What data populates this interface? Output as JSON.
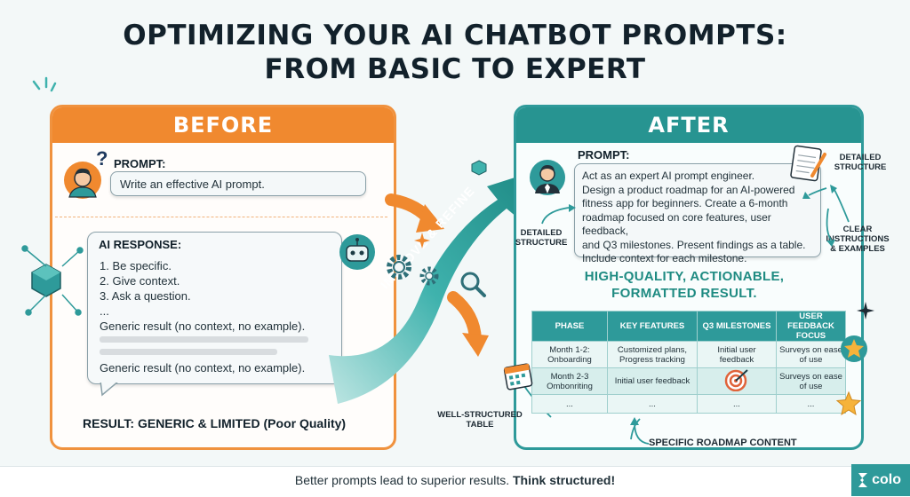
{
  "title": {
    "line1": "OPTIMIZING YOUR AI CHATBOT PROMPTS:",
    "line2": "FROM BASIC TO EXPERT"
  },
  "before": {
    "header": "BEFORE",
    "prompt_label": "PROMPT:",
    "prompt_text": "Write an effective AI prompt.",
    "response_label": "AI RESPONSE:",
    "response_lines": [
      "1. Be specific.",
      "2. Give context.",
      "3. Ask a question.",
      "...",
      "Generic result (no context, no example).",
      "Generic result (no context, no example)."
    ],
    "result": "RESULT: GENERIC & LIMITED (Poor Quality)"
  },
  "middle": {
    "arrow_label": "IMPROVE & REFINE"
  },
  "after": {
    "header": "AFTER",
    "prompt_label": "PROMPT:",
    "prompt_lines": [
      "Act as an expert AI prompt engineer.",
      "Design a product roadmap for an AI-powered",
      "fitness app for beginners. Create a 6-month",
      "roadmap focused on core features, user feedback,",
      "and Q3 milestones. Present findings as a table.",
      "Include context for each milestone."
    ],
    "result_line1": "HIGH-QUALITY, ACTIONABLE,",
    "result_line2": "FORMATTED RESULT.",
    "table": {
      "headers": [
        "PHASE",
        "KEY FEATURES",
        "Q3 MILESTONES",
        "USER FEEDBACK FOCUS"
      ],
      "rows": [
        [
          "Month 1-2: Onboarding",
          "Customized plans, Progress tracking",
          "Initial user feedback",
          "Surveys on ease of use"
        ],
        [
          "Month 2-3 Ombonriting",
          "Initial user feedback",
          "",
          "Surveys on ease of use"
        ],
        [
          "...",
          "...",
          "...",
          "..."
        ]
      ]
    }
  },
  "callouts": {
    "detailed_structure_left": "DETAILED STRUCTURE",
    "detailed_structure_right": "DETAILED STRUCTURE",
    "clear_instructions": "CLEAR INSTRUCTIONS & EXAMPLES",
    "well_structured_table": "WELL-STRUCTURED TABLE",
    "specific_roadmap": "SPECIFIC ROADMAP CONTENT"
  },
  "footer": {
    "text": "Better prompts lead to superior results. ",
    "bold": "Think structured!",
    "logo": "colo"
  },
  "colors": {
    "orange": "#f0892f",
    "teal": "#279491",
    "dark": "#12212b"
  }
}
